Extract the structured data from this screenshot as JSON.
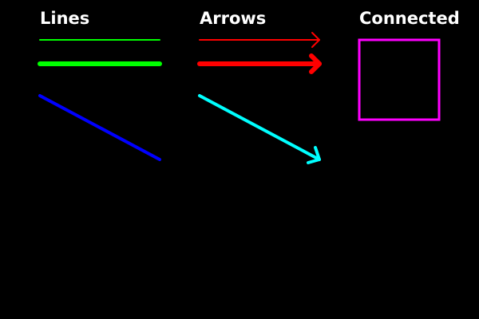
{
  "background_color": "#000000",
  "sections": {
    "lines": {
      "title": "Lines",
      "color": "#ffffff"
    },
    "arrows": {
      "title": "Arrows",
      "color": "#ffffff"
    },
    "connected": {
      "title": "Connected",
      "color": "#ffffff"
    }
  },
  "strokes": {
    "line_thin": {
      "kind": "line",
      "color": "#00ff00",
      "weight": "thin"
    },
    "line_thick": {
      "kind": "line",
      "color": "#00ff00",
      "weight": "thick"
    },
    "line_diagonal": {
      "kind": "line",
      "color": "#0000ff",
      "weight": "medium"
    },
    "arrow_thin": {
      "kind": "arrow",
      "color": "#ff0000",
      "weight": "thin"
    },
    "arrow_thick": {
      "kind": "arrow",
      "color": "#ff0000",
      "weight": "thick"
    },
    "arrow_diagonal": {
      "kind": "arrow",
      "color": "#00ffff",
      "weight": "medium"
    },
    "connected_square": {
      "kind": "polygon",
      "color": "#ff00ff",
      "weight": "medium"
    }
  }
}
